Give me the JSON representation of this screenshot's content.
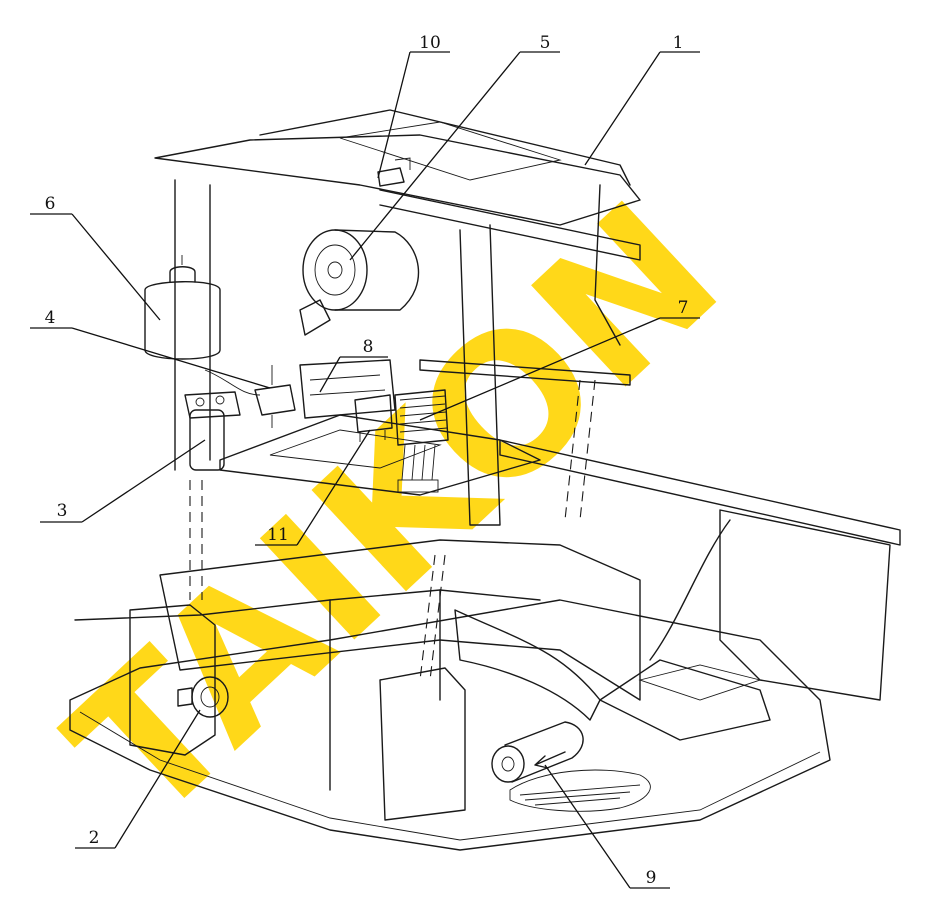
{
  "watermark": {
    "text": "TAIKON",
    "color": "#ffd400"
  },
  "colors": {
    "line": "#1a1a1a",
    "background": "#ffffff"
  },
  "callouts": [
    "1",
    "2",
    "3",
    "4",
    "5",
    "6",
    "7",
    "8",
    "9",
    "10",
    "11"
  ]
}
